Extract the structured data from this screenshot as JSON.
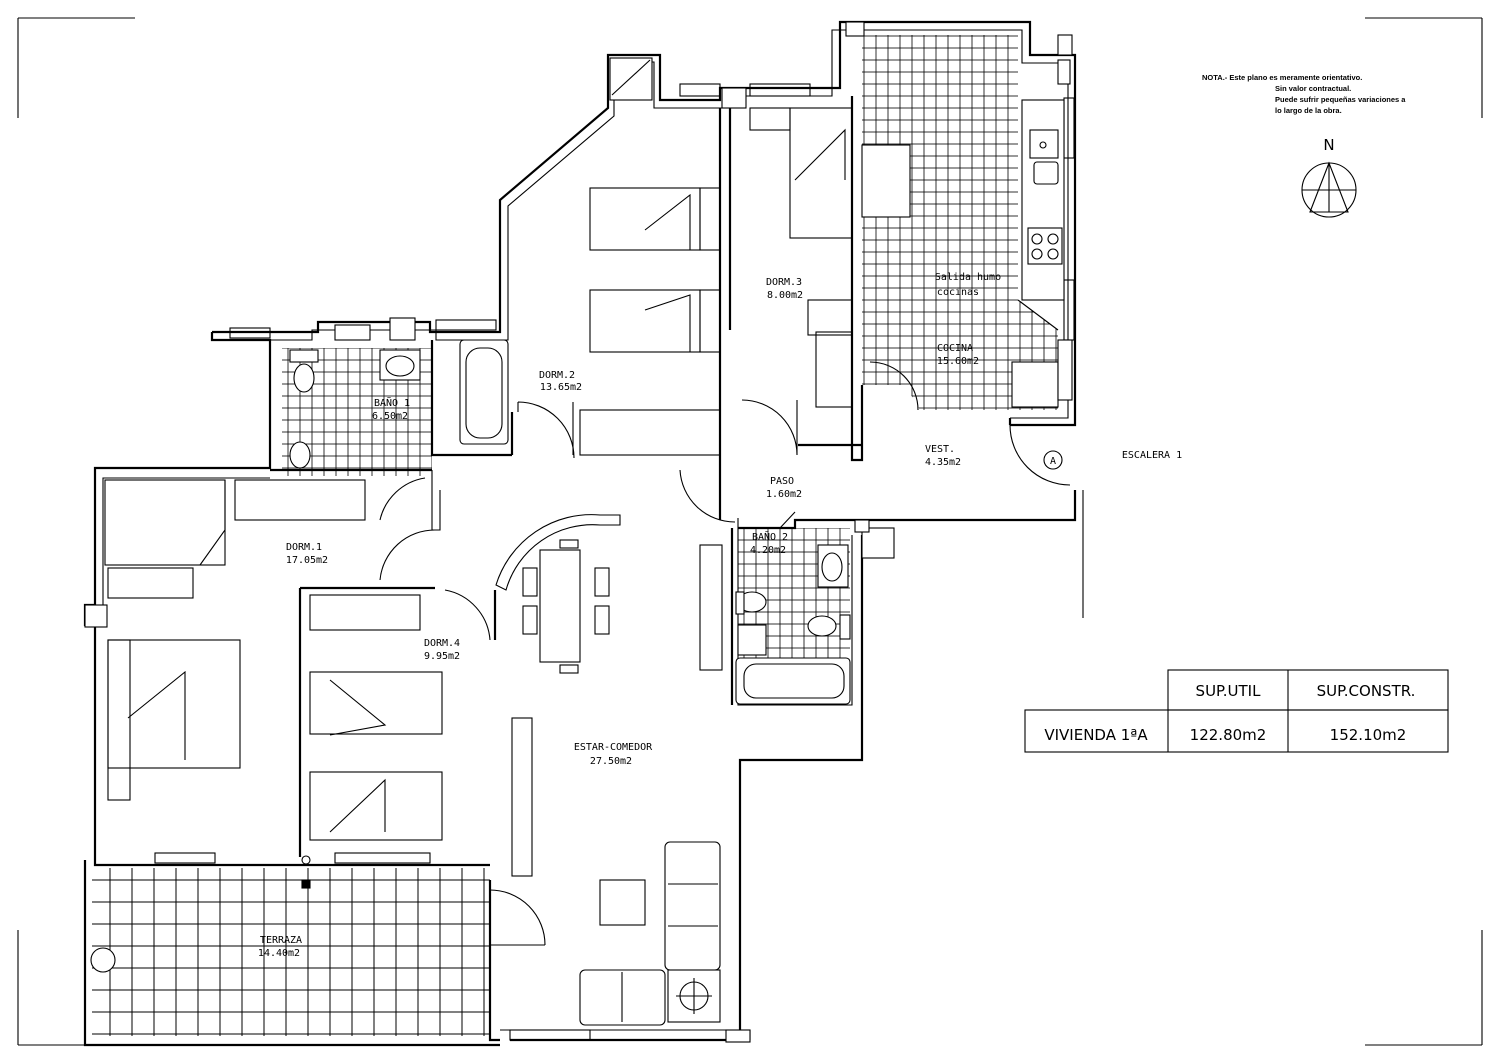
{
  "note": {
    "line1": "NOTA.- Este plano es meramente orientativo.",
    "line2": "Sin valor contractual.",
    "line3": "Puede sufrir pequeñas variaciones a",
    "line4": "lo largo de la obra."
  },
  "compass": {
    "label": "N"
  },
  "rooms": {
    "dorm2": {
      "name": "DORM.2",
      "area": "13.65m2"
    },
    "dorm3": {
      "name": "DORM.3",
      "area": "8.00m2"
    },
    "cocina": {
      "name": "COCINA",
      "area": "15.60m2"
    },
    "salida_humos": {
      "line1": "Salida humo",
      "line2": "cocinas"
    },
    "bano1": {
      "name": "BAÑO 1",
      "area": "6.50m2"
    },
    "vest": {
      "name": "VEST.",
      "area": "4.35m2"
    },
    "paso": {
      "name": "PASO",
      "area": "1.60m2"
    },
    "dorm1": {
      "name": "DORM.1",
      "area": "17.05m2"
    },
    "bano2": {
      "name": "BAÑO 2",
      "area": "4.20m2"
    },
    "dorm4": {
      "name": "DORM.4",
      "area": "9.95m2"
    },
    "estar": {
      "name": "ESTAR-COMEDOR",
      "area": "27.50m2"
    },
    "terraza": {
      "name": "TERRAZA",
      "area": "14.40m2"
    }
  },
  "entrance_marker": "A",
  "stair_label": "ESCALERA 1",
  "area_table": {
    "headers": [
      "SUP.UTIL",
      "SUP.CONSTR."
    ],
    "row_label": "VIVIENDA 1ªA",
    "values": [
      "122.80m2",
      "152.10m2"
    ]
  }
}
